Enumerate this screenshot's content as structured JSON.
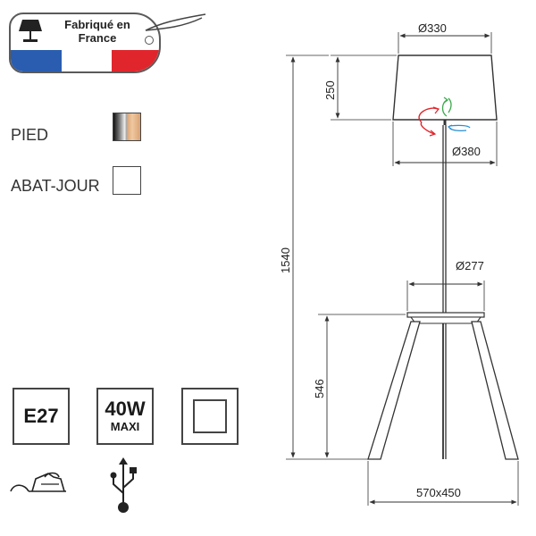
{
  "badge": {
    "line1": "Fabriqué en",
    "line2": "France"
  },
  "finishes": {
    "pied_label": "PIED",
    "abat_jour_label": "ABAT-JOUR"
  },
  "specs": {
    "socket": "E27",
    "power": "40W",
    "power_note": "MAXI"
  },
  "dimensions": {
    "shade_top_diameter": "Ø330",
    "shade_height": "250",
    "shade_bottom_diameter": "Ø380",
    "total_height": "1540",
    "tray_diameter": "Ø277",
    "base_height": "546",
    "footprint": "570x450"
  },
  "colors": {
    "flag_blue": "#2a5db0",
    "flag_red": "#e0262c",
    "rotation_green": "#3aa84a",
    "rotation_red": "#e0262c",
    "rotation_blue": "#2a8fd0"
  }
}
